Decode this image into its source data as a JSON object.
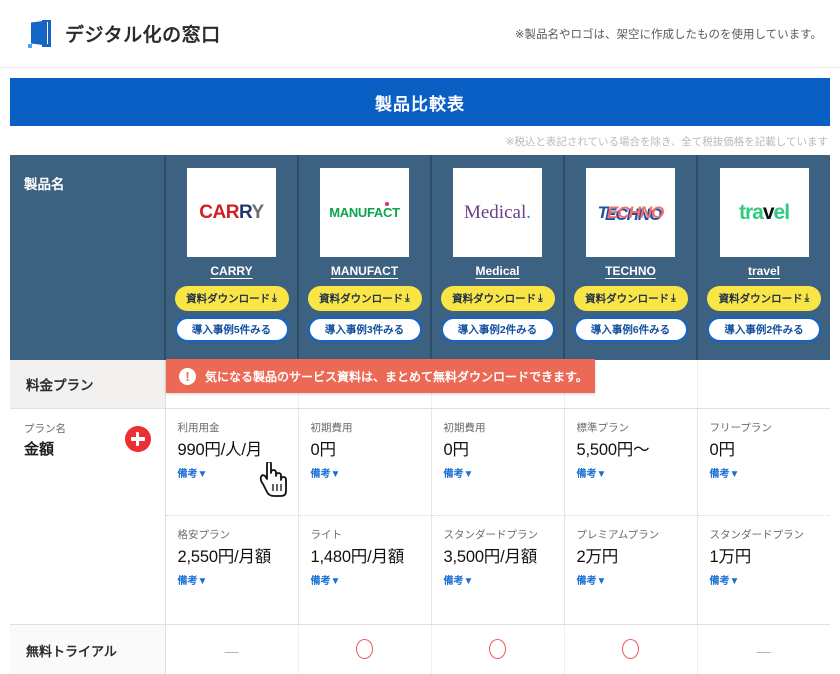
{
  "header": {
    "logo_text": "デジタル化の窓口",
    "logo_icon": "door-window-icon",
    "note": "※製品名やロゴは、架空に作成したものを使用しています。"
  },
  "title_band": {
    "title": "製品比較表",
    "tax_note": "※税込と表記されている場合を除き、全て税抜価格を記載しています"
  },
  "banner": {
    "icon": "exclamation-icon",
    "message": "気になる製品のサービス資料は、まとめて無料ダウンロードできます。",
    "background": "#ec6a55"
  },
  "table": {
    "product_header_label": "製品名",
    "section_pricing_label": "料金プラン",
    "plan_label_small": "プラン名",
    "plan_label_big": "金額",
    "plus_button": "add-plan-button",
    "trial_label": "無料トライアル",
    "products": [
      {
        "name": "CARRY",
        "logo": "carry-logo",
        "download_label": "資料ダウンロード",
        "case_label": "導入事例5件みる",
        "trial": "—",
        "prices": [
          {
            "plan": "利用用金",
            "amount": "990円/人/月",
            "note": "備考"
          },
          {
            "plan": "格安プラン",
            "amount": "2,550円/月額",
            "note": "備考"
          }
        ]
      },
      {
        "name": "MANUFACT",
        "logo": "manufact-logo",
        "download_label": "資料ダウンロード",
        "case_label": "導入事例3件みる",
        "trial": "○",
        "prices": [
          {
            "plan": "初期費用",
            "amount": "0円",
            "note": "備考"
          },
          {
            "plan": "ライト",
            "amount": "1,480円/月額",
            "note": "備考"
          }
        ]
      },
      {
        "name": "Medical",
        "logo": "medical-logo",
        "download_label": "資料ダウンロード",
        "case_label": "導入事例2件みる",
        "trial": "○",
        "prices": [
          {
            "plan": "初期費用",
            "amount": "0円",
            "note": "備考"
          },
          {
            "plan": "スタンダードプラン",
            "amount": "3,500円/月額",
            "note": "備考"
          }
        ]
      },
      {
        "name": "TECHNO",
        "logo": "techno-logo",
        "download_label": "資料ダウンロード",
        "case_label": "導入事例6件みる",
        "trial": "○",
        "prices": [
          {
            "plan": "標準プラン",
            "amount": "5,500円〜",
            "note": "備考"
          },
          {
            "plan": "プレミアムプラン",
            "amount": "2万円",
            "note": "備考"
          }
        ]
      },
      {
        "name": "travel",
        "logo": "travel-logo",
        "download_label": "資料ダウンロード",
        "case_label": "導入事例2件みる",
        "trial": "—",
        "prices": [
          {
            "plan": "フリープラン",
            "amount": "0円",
            "note": "備考"
          },
          {
            "plan": "スタンダードプラン",
            "amount": "1万円",
            "note": "備考"
          }
        ]
      }
    ]
  },
  "cursor": {
    "type": "pointing-hand-cursor"
  }
}
